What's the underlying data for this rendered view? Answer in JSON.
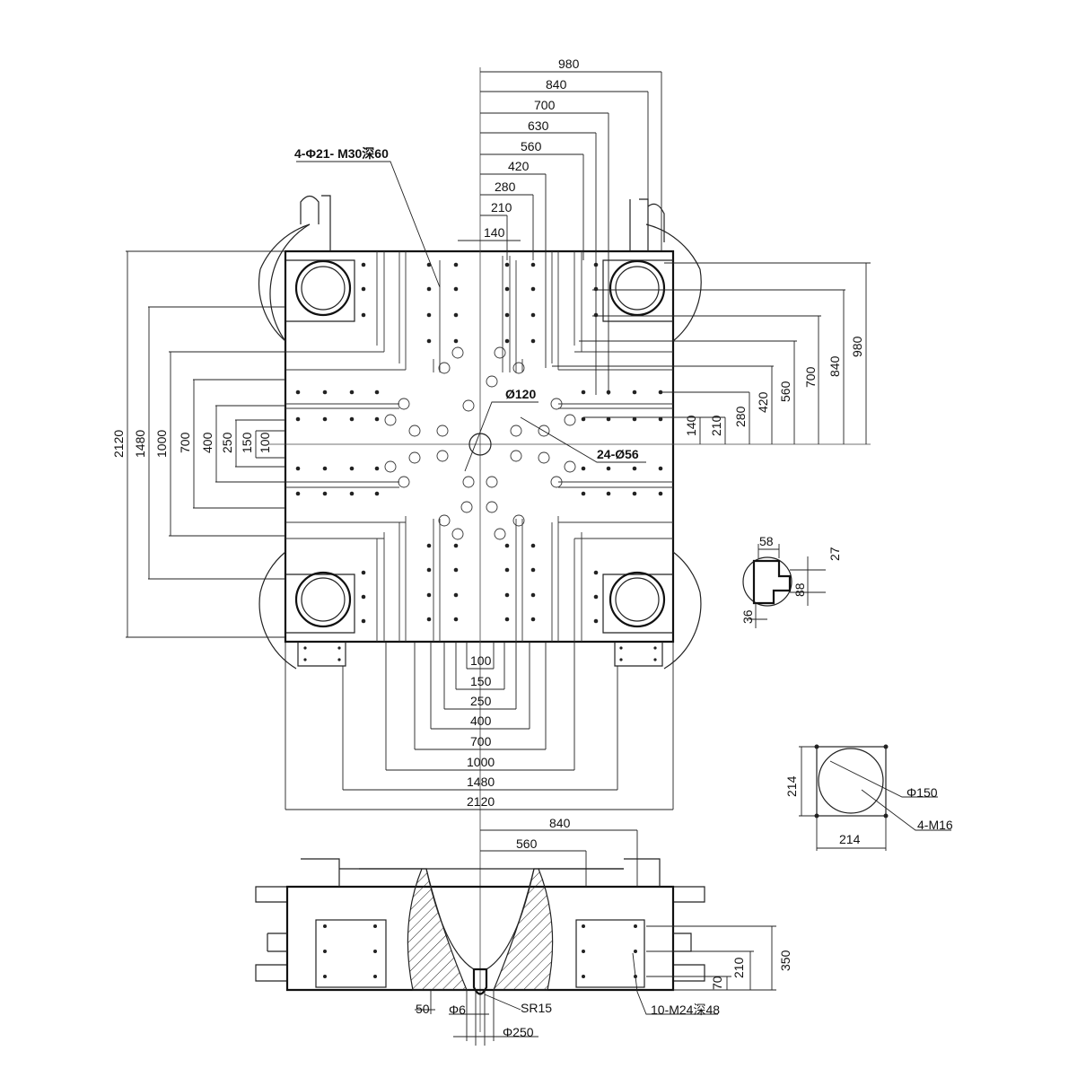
{
  "top_dims": [
    "980",
    "840",
    "700",
    "630",
    "560",
    "420",
    "280",
    "210",
    "140"
  ],
  "right_dims": [
    "980",
    "840",
    "700",
    "560",
    "420",
    "280",
    "210",
    "140"
  ],
  "left_dims": [
    "2120",
    "1480",
    "1000",
    "700",
    "400",
    "250",
    "150",
    "100"
  ],
  "bottom_dims": [
    "100",
    "150",
    "250",
    "400",
    "700",
    "1000",
    "1480",
    "2120"
  ],
  "callouts": {
    "bolt_holes": "4-Φ21- M30深60",
    "center_hole": "Ø120",
    "ejector_holes": "24-Ø56"
  },
  "detail_slot": {
    "d58": "58",
    "d27": "27",
    "d88": "88",
    "d36": "36"
  },
  "detail_square": {
    "d214_v": "214",
    "d214_h": "214",
    "phi150": "Φ150",
    "m16": "4-M16"
  },
  "section": {
    "d840": "840",
    "d560": "560",
    "d350": "350",
    "d210": "210",
    "d70": "70",
    "d50": "50",
    "phi6": "Φ6",
    "sr15": "SR15",
    "phi250": "Φ250",
    "m24": "10-M24深48"
  }
}
